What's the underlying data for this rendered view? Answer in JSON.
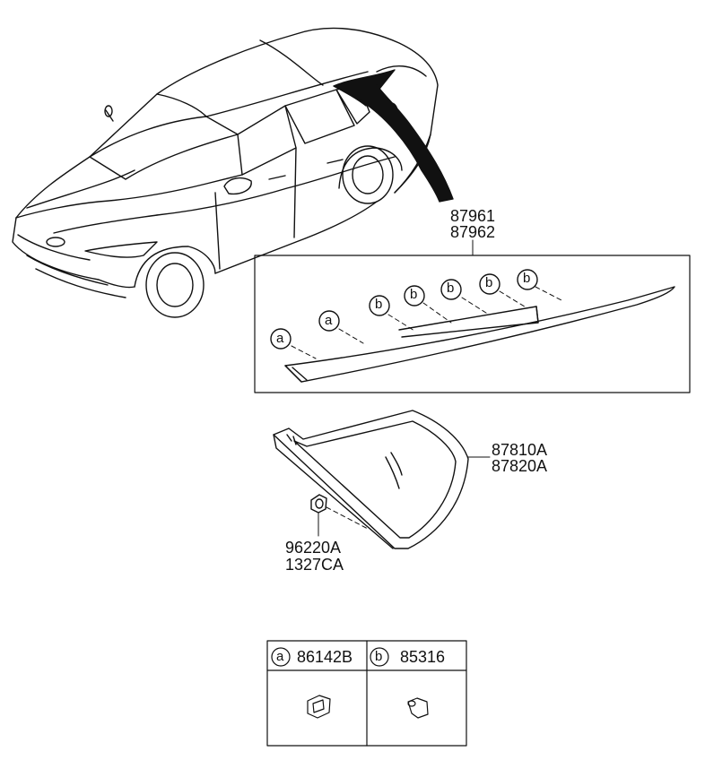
{
  "parts": {
    "garnish_line1": "87961",
    "garnish_line2": "87962",
    "glass_line1": "87810A",
    "glass_line2": "87820A",
    "nut_line1": "96220A",
    "nut_line2": "1327CA"
  },
  "callouts": {
    "a": "a",
    "b": "b"
  },
  "legend": {
    "a_symbol": "a",
    "a_part": "86142B",
    "b_symbol": "b",
    "b_part": "85316"
  }
}
